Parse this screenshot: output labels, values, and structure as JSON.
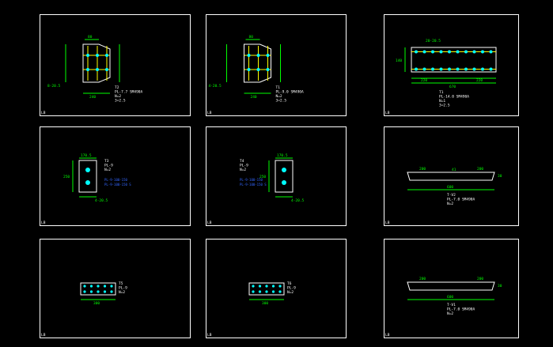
{
  "canvas": {
    "background": "#000000",
    "frame_color": "#ffffff",
    "dim_color": "#00ff00",
    "hole_color": "#00ffff",
    "center_color": "#ffff00"
  },
  "panels": [
    {
      "id": "p1",
      "tag": "LB",
      "kind": "plate",
      "label": [
        "T2",
        "PL-7.7 SM490A",
        "N=2",
        "3=2.5"
      ],
      "dims": [
        "80",
        "240",
        "8-20.5",
        "240"
      ]
    },
    {
      "id": "p2",
      "tag": "LB",
      "kind": "plate",
      "label": [
        "T1",
        "PL-9.0 SM490A",
        "N=2",
        "3=2.5"
      ],
      "dims": [
        "80",
        "240",
        "4-20.5",
        "240"
      ]
    },
    {
      "id": "p3",
      "tag": "LB",
      "kind": "long",
      "label": [
        "T1",
        "PL-14.0 SM490A",
        "N=1",
        "3=2.5"
      ],
      "dims": [
        "20-20.5",
        "220",
        "670",
        "220",
        "140"
      ]
    },
    {
      "id": "p4",
      "tag": "LB",
      "kind": "section",
      "label": [
        "T3",
        "PL-9",
        "N=2"
      ],
      "dims": [
        "170.5",
        "4-20.5",
        "250"
      ],
      "notes": [
        "PL-9-100-150",
        "PL-9-100-150 S"
      ]
    },
    {
      "id": "p5",
      "tag": "LB",
      "kind": "section",
      "label": [
        "T4",
        "PL-9",
        "N=2"
      ],
      "dims": [
        "170.5",
        "4-20.5",
        "250"
      ],
      "notes": [
        "PL-9-100-150",
        "PL-9-100-150 S"
      ]
    },
    {
      "id": "p6",
      "tag": "LB",
      "kind": "strip",
      "label": [
        "T-V2",
        "PL-7.0 SM490A",
        "N=2"
      ],
      "dims": [
        "200",
        "41",
        "200",
        "600",
        "30"
      ]
    },
    {
      "id": "p7",
      "tag": "LB",
      "kind": "small",
      "label": [
        "T5",
        "PL-9",
        "N=2"
      ],
      "dims": [
        "300"
      ]
    },
    {
      "id": "p8",
      "tag": "LB",
      "kind": "small",
      "label": [
        "T6",
        "PL-9",
        "N=2"
      ],
      "dims": [
        "300"
      ]
    },
    {
      "id": "p9",
      "tag": "LB",
      "kind": "strip",
      "label": [
        "T-V1",
        "PL-7.0 SM490A",
        "N=2"
      ],
      "dims": [
        "200",
        "200",
        "600",
        "30"
      ]
    }
  ]
}
